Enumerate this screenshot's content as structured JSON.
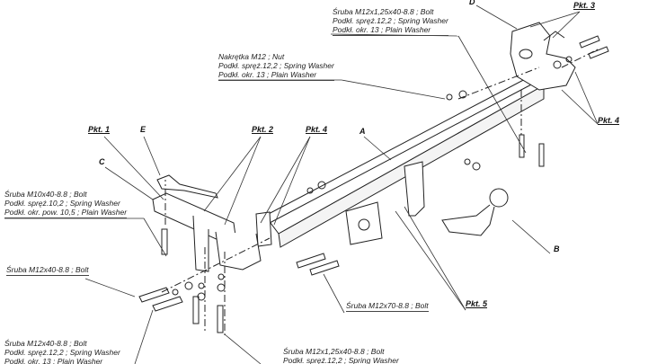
{
  "labels": {
    "top_right_block": [
      "Śruba M12x1,25x40-8.8 ;  Bolt",
      "Podkł. spręż.12,2 ; Spring Washer",
      "Podkł. okr. 13 ; Plain Washer"
    ],
    "nut_block": [
      "Nakrętka  M12 ; Nut",
      "Podkł. spręż.12,2 ; Spring Washer",
      "Podkł. okr. 13 ; Plain Washer"
    ],
    "left_block": [
      "Śruba M10x40-8.8 ;  Bolt",
      "Podkł. spręż.10,2 ; Spring Washer",
      "Podkł. okr. pow. 10,5 ; Plain Washer"
    ],
    "bolt_m12x40": "Śruba M12x40-8.8 ;  Bolt",
    "bottom_left_block": [
      "Śruba M12x40-8.8 ;  Bolt",
      "Podkł. spręż.12,2 ; Spring Washer",
      "Podkł. okr. 13 ; Plain Washer"
    ],
    "bolt_m12x70": "Śruba M12x70-8.8 ;  Bolt",
    "bottom_mid_block": [
      "Śruba M12x1,25x40-8.8 ;  Bolt",
      "Podkł. spręż.12,2 ; Spring Washer"
    ]
  },
  "points": {
    "pkt1": "Pkt. 1",
    "pkt2": "Pkt. 2",
    "pkt3": "Pkt. 3",
    "pkt4_left": "Pkt. 4",
    "pkt4_right": "Pkt. 4",
    "pkt5": "Pkt. 5"
  },
  "parts": {
    "a": "A",
    "b": "B",
    "c": "C",
    "d": "D",
    "e": "E"
  }
}
